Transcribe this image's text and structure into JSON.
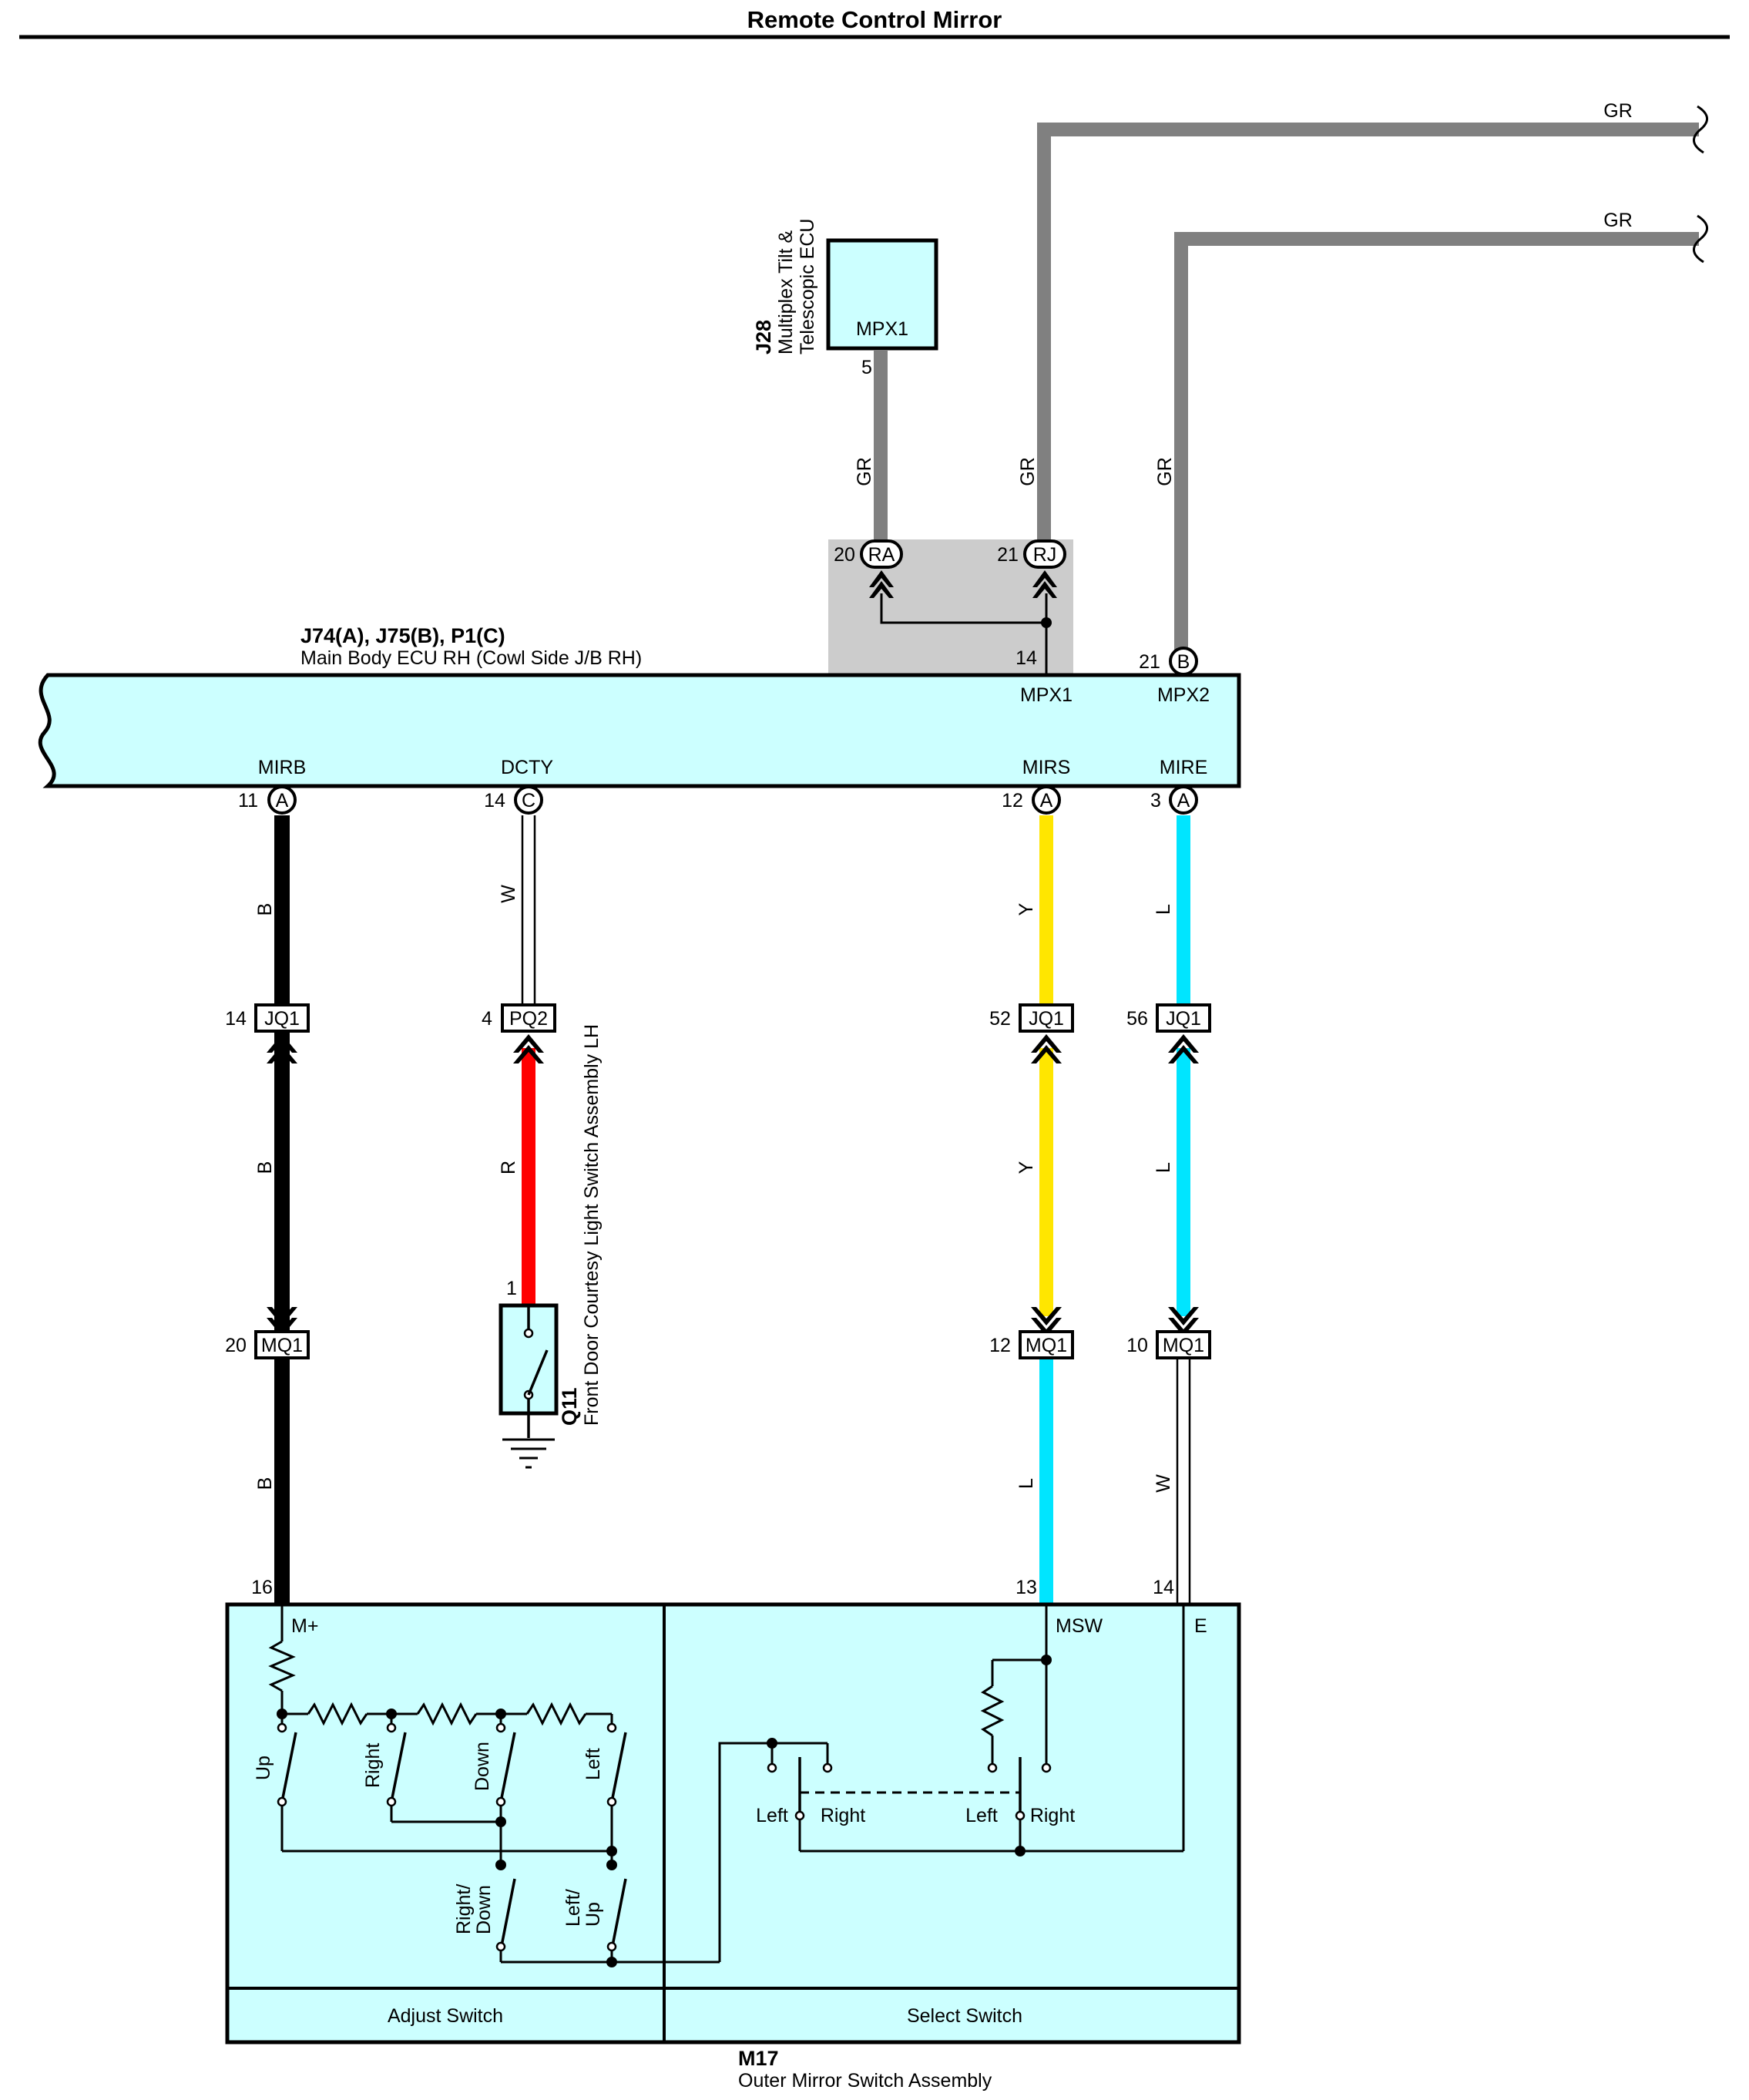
{
  "title": "Remote Control Mirror",
  "components": {
    "j28": {
      "code": "J28",
      "name_line1": "Multiplex Tilt &",
      "name_line2": "Telescopic ECU",
      "terminal": "MPX1",
      "pin": "5"
    },
    "main_ecu": {
      "code": "J74(A), J75(B), P1(C)",
      "name": "Main Body ECU RH (Cowl Side J/B RH)",
      "top_terminals": [
        {
          "label": "MPX1",
          "pin": "14"
        },
        {
          "label": "MPX2",
          "pin": "21",
          "connector": "B"
        }
      ],
      "bottom_terminals": [
        {
          "label": "MIRB",
          "pin": "11",
          "connector": "A"
        },
        {
          "label": "DCTY",
          "pin": "14",
          "connector": "C"
        },
        {
          "label": "MIRS",
          "pin": "12",
          "connector": "A"
        },
        {
          "label": "MIRE",
          "pin": "3",
          "connector": "A"
        }
      ]
    },
    "junction": [
      {
        "pin": "20",
        "label": "RA"
      },
      {
        "pin": "21",
        "label": "RJ"
      }
    ],
    "q11": {
      "code": "Q11",
      "name": "Front Door Courtesy Light Switch Assembly LH",
      "pin": "1"
    },
    "m17": {
      "code": "M17",
      "name": "Outer Mirror Switch Assembly",
      "sections": [
        "Adjust Switch",
        "Select Switch"
      ],
      "terminals": [
        {
          "label": "M+",
          "pin": "16"
        },
        {
          "label": "MSW",
          "pin": "13"
        },
        {
          "label": "E",
          "pin": "14"
        }
      ],
      "adjust_switches": [
        "Up",
        "Right",
        "Down",
        "Left",
        "Right/",
        "Down",
        "Left/",
        "Up"
      ],
      "select_labels": [
        "Left",
        "Right",
        "Left",
        "Right"
      ]
    }
  },
  "connectors": {
    "jq1": [
      {
        "pin": "14",
        "label": "JQ1"
      },
      {
        "pin": "52",
        "label": "JQ1"
      },
      {
        "pin": "56",
        "label": "JQ1"
      }
    ],
    "pq2": {
      "pin": "4",
      "label": "PQ2"
    },
    "mq1": [
      {
        "pin": "20",
        "label": "MQ1"
      },
      {
        "pin": "12",
        "label": "MQ1"
      },
      {
        "pin": "10",
        "label": "MQ1"
      }
    ]
  },
  "wire_colors": {
    "gray_top": "GR",
    "gray_lower": "GR",
    "ra_wire": "GR",
    "rj_wire": "GR",
    "mpx2_wire": "GR",
    "mirb_upper": "B",
    "mirb_mid": "B",
    "mirb_low": "B",
    "dcty_upper": "W",
    "dcty_low": "R",
    "mirs_upper": "Y",
    "mirs_mid": "Y",
    "mirs_low": "L",
    "mire_upper": "L",
    "mire_mid": "L",
    "mire_low": "W"
  },
  "colors": {
    "gray": "#808080",
    "black": "#000000",
    "red": "#ff0000",
    "yellow": "#ffe600",
    "cyan": "#00e5ff",
    "component_fill": "#ccffff",
    "junction_fill": "#cccccc"
  }
}
